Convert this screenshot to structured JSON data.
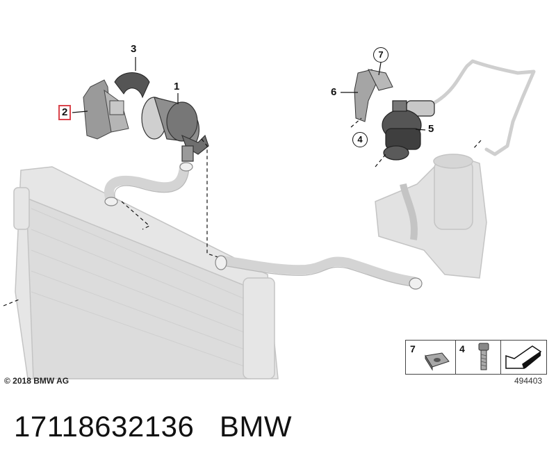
{
  "callouts": {
    "c1": "1",
    "c2": "2",
    "c3": "3",
    "c4": "4",
    "c5": "5",
    "c6": "6",
    "c7": "7"
  },
  "legend": {
    "item_a": "7",
    "item_b": "4"
  },
  "copyright": "© 2018 BMW AG",
  "diagram_number": "494403",
  "footer": {
    "part_number": "17118632136",
    "brand": "BMW"
  },
  "colors": {
    "highlight": "#d9434b",
    "line": "#111111",
    "faded_part": "#d9d9d9"
  }
}
